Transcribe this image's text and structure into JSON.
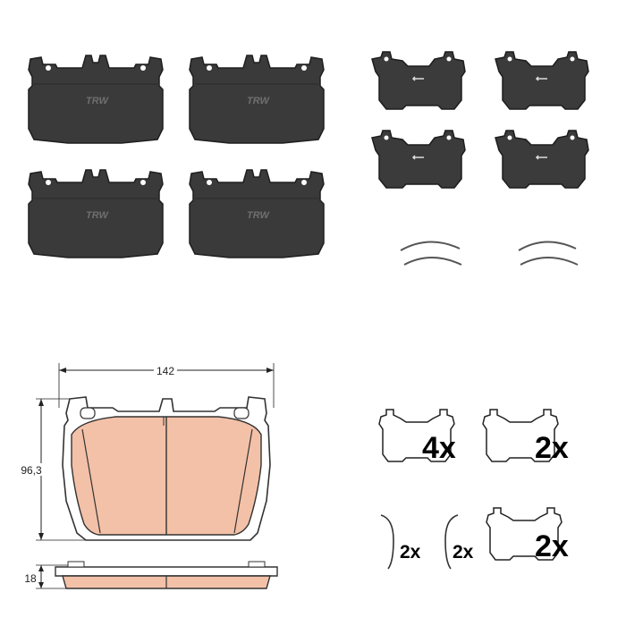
{
  "colors": {
    "pad_dark": "#3b3b3b",
    "pad_edge": "#222222",
    "friction": "#f3c1a8",
    "outline": "#333333",
    "background": "#ffffff"
  },
  "photo": {
    "pads": [
      {
        "brand": "TRW"
      },
      {
        "brand": "TRW"
      },
      {
        "brand": "TRW"
      },
      {
        "brand": "TRW"
      }
    ],
    "shims": 4,
    "springs": 2
  },
  "drawing": {
    "width_label": "142",
    "height_label": "96,3",
    "thickness_label": "18"
  },
  "quantities": {
    "shim_front": "4x",
    "shim_back": "2x",
    "spring_left": "2x",
    "spring_right": "2x",
    "shim_third": "2x"
  }
}
